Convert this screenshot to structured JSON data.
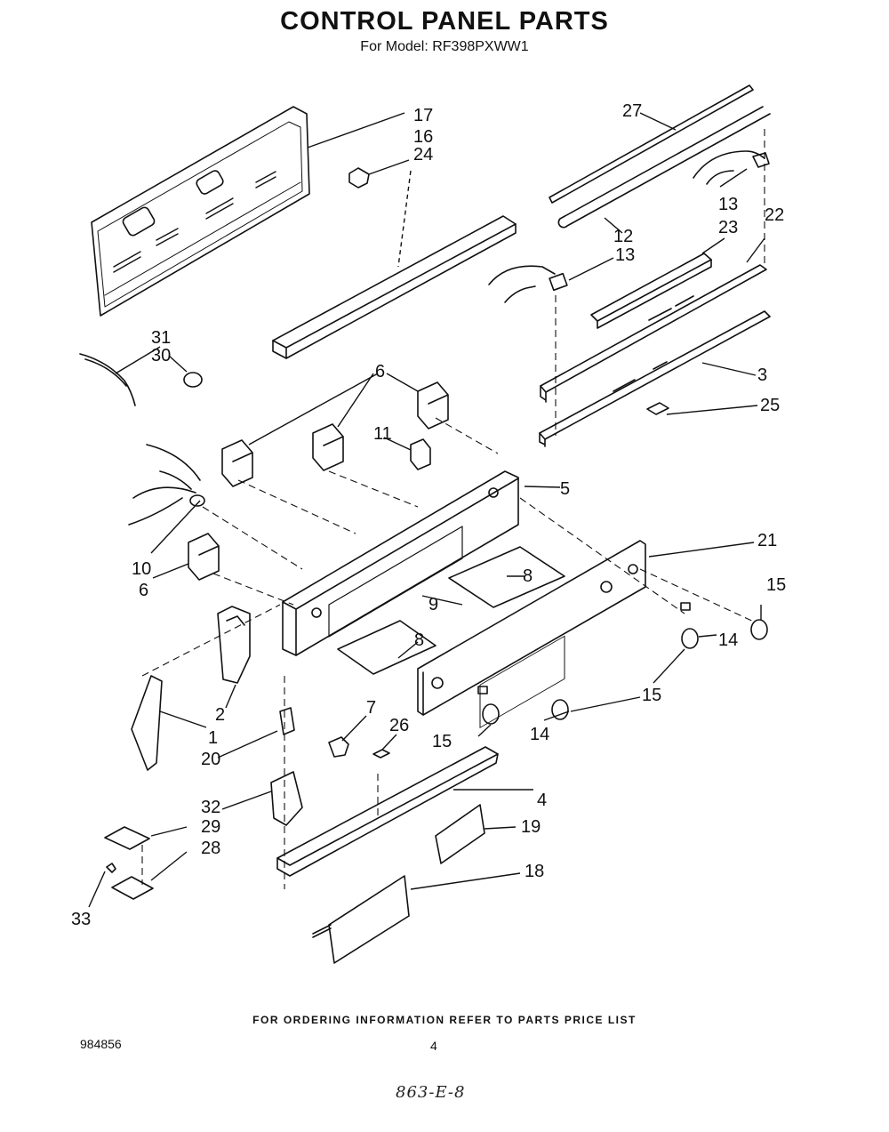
{
  "title": "CONTROL PANEL PARTS",
  "model_line": "For Model: RF398PXWW1",
  "callouts": [
    "17",
    "16",
    "24",
    "27",
    "12",
    "13",
    "13",
    "23",
    "22",
    "31",
    "30",
    "6",
    "11",
    "5",
    "3",
    "25",
    "10",
    "6",
    "9",
    "8",
    "8",
    "2",
    "1",
    "21",
    "15",
    "14",
    "15",
    "14",
    "15",
    "7",
    "26",
    "20",
    "4",
    "32",
    "29",
    "19",
    "28",
    "18",
    "33"
  ],
  "footer_note": "FOR ORDERING INFORMATION REFER TO PARTS PRICE LIST",
  "doc_number": "984856",
  "page_number": "4",
  "handwritten_note": "863-E-8"
}
